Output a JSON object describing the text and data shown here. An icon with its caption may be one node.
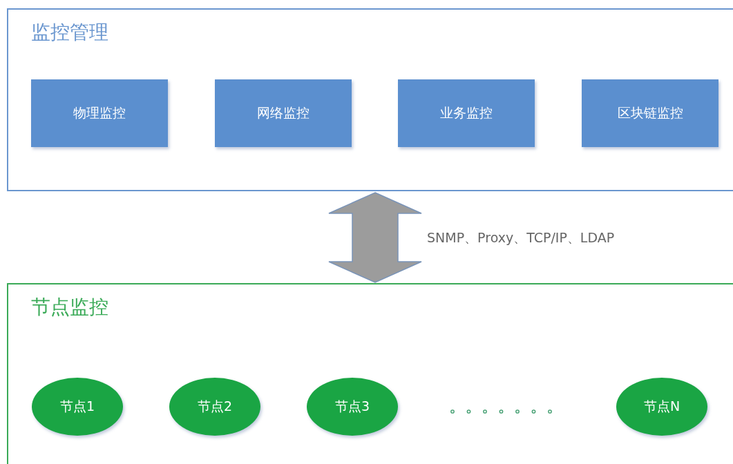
{
  "diagram": {
    "nodes": [
      {
        "text": [
          "监控管理"
        ]
      },
      {
        "text": [
          "物理监控"
        ],
        "in": 0
      },
      {
        "text": [
          "网络监控"
        ],
        "in": 0
      },
      {
        "text": [
          "业务监控"
        ],
        "in": 0
      },
      {
        "text": [
          "区块链监控"
        ],
        "in": 0
      },
      {
        "text": [
          "节点监控"
        ]
      },
      {
        "text": [
          "节点1"
        ],
        "in": 5
      },
      {
        "text": [
          "节点2"
        ],
        "in": 5
      },
      {
        "text": [
          "节点3"
        ],
        "in": 5
      },
      {
        "text": [
          "节点N"
        ],
        "in": 5
      }
    ],
    "edges": [
      {
        "from": 0,
        "to": 5,
        "arrow": "both",
        "label": "SNMP、Proxy、TCP/IP、LDAP"
      }
    ]
  }
}
